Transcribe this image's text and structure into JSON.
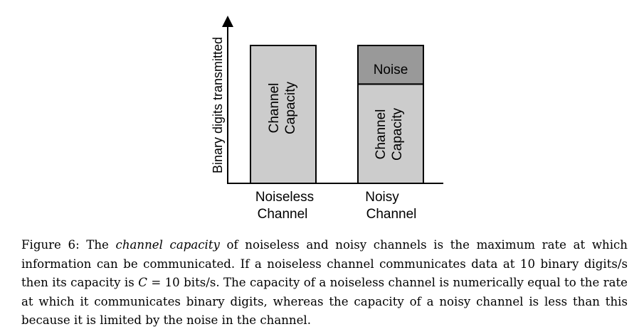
{
  "figure": {
    "ylabel": "Binary digits transmitted",
    "bars": [
      {
        "category_line1": "Noiseless",
        "category_line2": "Channel",
        "capacity_line1": "Channel",
        "capacity_line2": "Capacity",
        "noise_label": ""
      },
      {
        "category_line1": "Noisy",
        "category_line2": "Channel",
        "capacity_line1": "Channel",
        "capacity_line2": "Capacity",
        "noise_label": "Noise"
      }
    ],
    "colors": {
      "capacity": "#cccccc",
      "noise": "#999999",
      "stroke": "#000000"
    }
  },
  "chart_data": {
    "type": "bar",
    "stacked": true,
    "categories": [
      "Noiseless Channel",
      "Noisy Channel"
    ],
    "series": [
      {
        "name": "Channel Capacity",
        "values": [
          1.0,
          0.72
        ]
      },
      {
        "name": "Noise",
        "values": [
          0.0,
          0.28
        ]
      }
    ],
    "xlabel": "",
    "ylabel": "Binary digits transmitted",
    "ylim": [
      0,
      1.0
    ],
    "grid": false
  },
  "caption": {
    "lead": "Figure 6: The",
    "term": "channel capacity",
    "text1": "of noiseless and noisy channels is the maximum rate at which information can be communicated. If a noiseless channel communicates data at 10 binary digits/s then its capacity is",
    "symbol": "C",
    "text2": "= 10 bits/s. The capacity of a noiseless channel is numerically equal to the rate at which it communicates binary digits, whereas the capacity of a noisy channel is less than this because it is limited by the noise in the channel."
  }
}
